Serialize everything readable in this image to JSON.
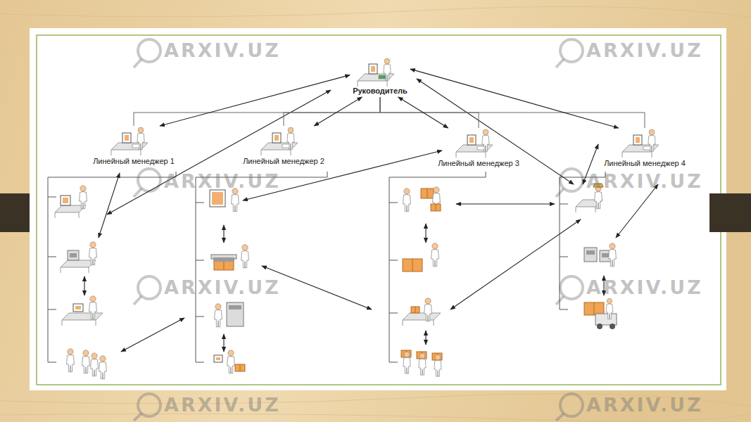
{
  "diagram": {
    "nodes": [
      {
        "text": [
          "Руководитель"
        ]
      },
      {
        "text": [
          "Линейный менеджер 1"
        ]
      },
      {
        "text": [
          "Линейный менеджер 2"
        ]
      },
      {
        "text": [
          "Линейный менеджер 3"
        ]
      },
      {
        "text": [
          "Линейный менеджер 4"
        ]
      }
    ],
    "edges": [
      {
        "from": 0,
        "to": 1,
        "arrow": "none"
      },
      {
        "from": 0,
        "to": 2,
        "arrow": "none"
      },
      {
        "from": 0,
        "to": 3,
        "arrow": "none"
      },
      {
        "from": 0,
        "to": 4,
        "arrow": "none"
      },
      {
        "from": 0,
        "to": 1,
        "arrow": "both"
      },
      {
        "from": 0,
        "to": 2,
        "arrow": "both"
      },
      {
        "from": 0,
        "to": 3,
        "arrow": "both"
      },
      {
        "from": 0,
        "to": 4,
        "arrow": "both"
      }
    ],
    "labels": [
      "ARXIV.UZ",
      "ARXIV.UZ",
      "ARXIV.UZ",
      "ARXIV.UZ",
      "ARXIV.UZ",
      "ARXIV.UZ",
      "ARXIV.UZ",
      "ARXIV.UZ"
    ]
  }
}
